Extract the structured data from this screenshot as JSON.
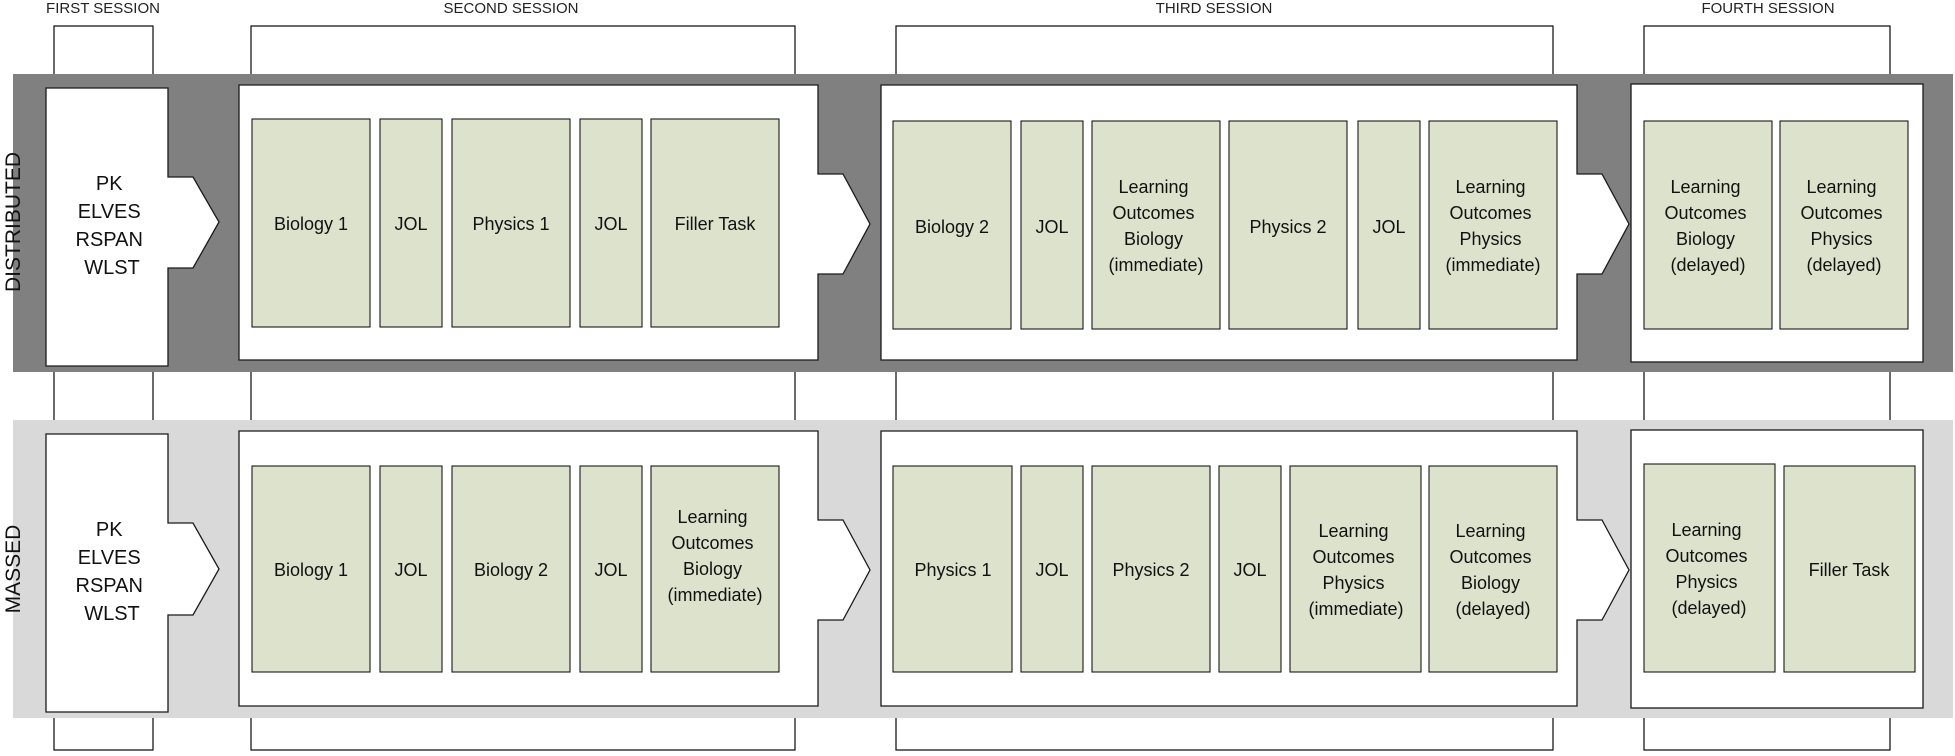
{
  "colors": {
    "distributed_band": "#808080",
    "massed_band": "#d9d9d9",
    "task_box_fill": "#dde2cc",
    "stroke": "#1a1a1a",
    "panel_fill": "#ffffff"
  },
  "sessions": {
    "first": "FIRST SESSION",
    "second": "SECOND SESSION",
    "third": "THIRD SESSION",
    "fourth": "FOURTH SESSION"
  },
  "rows": [
    {
      "id": "distributed",
      "label": "DISTRIBUTED",
      "first_session": [
        "PK",
        "ELVES",
        "RSPAN",
        "WLST"
      ],
      "second_session": [
        {
          "lines": [
            "Biology 1"
          ]
        },
        {
          "lines": [
            "JOL"
          ]
        },
        {
          "lines": [
            "Physics 1"
          ]
        },
        {
          "lines": [
            "JOL"
          ]
        },
        {
          "lines": [
            "Filler Task"
          ]
        }
      ],
      "third_session": [
        {
          "lines": [
            "Biology 2"
          ]
        },
        {
          "lines": [
            "JOL"
          ]
        },
        {
          "lines": [
            "Learning",
            "Outcomes",
            "Biology",
            "(immediate)"
          ]
        },
        {
          "lines": [
            "Physics 2"
          ]
        },
        {
          "lines": [
            "JOL"
          ]
        },
        {
          "lines": [
            "Learning",
            "Outcomes",
            "Physics",
            "(immediate)"
          ]
        }
      ],
      "fourth_session": [
        {
          "lines": [
            "Learning",
            "Outcomes",
            "Biology",
            "(delayed)"
          ]
        },
        {
          "lines": [
            "Learning",
            "Outcomes",
            "Physics",
            "(delayed)"
          ]
        }
      ]
    },
    {
      "id": "massed",
      "label": "MASSED",
      "first_session": [
        "PK",
        "ELVES",
        "RSPAN",
        "WLST"
      ],
      "second_session": [
        {
          "lines": [
            "Biology 1"
          ]
        },
        {
          "lines": [
            "JOL"
          ]
        },
        {
          "lines": [
            "Biology 2"
          ]
        },
        {
          "lines": [
            "JOL"
          ]
        },
        {
          "lines": [
            "Learning",
            "Outcomes",
            "Biology",
            "(immediate)"
          ]
        }
      ],
      "third_session": [
        {
          "lines": [
            "Physics 1"
          ]
        },
        {
          "lines": [
            "JOL"
          ]
        },
        {
          "lines": [
            "Physics 2"
          ]
        },
        {
          "lines": [
            "JOL"
          ]
        },
        {
          "lines": [
            "Learning",
            "Outcomes",
            "Physics",
            "(immediate)"
          ]
        },
        {
          "lines": [
            "Learning",
            "Outcomes",
            "Biology",
            "(delayed)"
          ]
        }
      ],
      "fourth_session": [
        {
          "lines": [
            "Learning",
            "Outcomes",
            "Physics",
            "(delayed)"
          ]
        },
        {
          "lines": [
            "Filler Task"
          ]
        }
      ]
    }
  ]
}
